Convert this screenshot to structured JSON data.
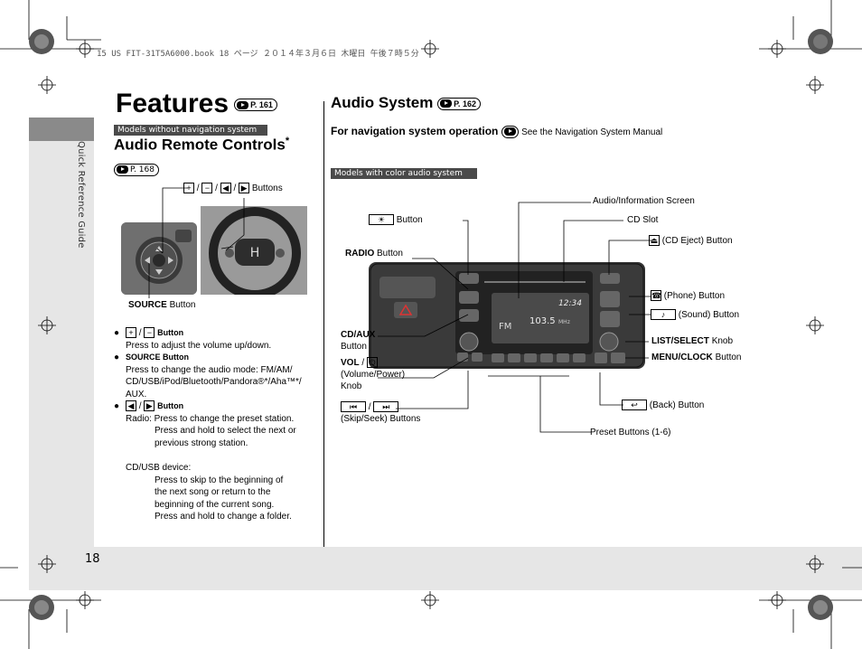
{
  "header_line": "15 US FIT-31T5A6000.book  18 ページ  ２０１４年３月６日  木曜日  午後７時５分",
  "side_label": "Quick Reference Guide",
  "page_number": "18",
  "title": "Features",
  "title_ref": "P. 161",
  "left": {
    "model_note": "Models without navigation system",
    "heading": "Audio Remote Controls",
    "heading_mark": "*",
    "ref": "P. 168",
    "callouts": {
      "buttons_sep1": "/",
      "buttons_sep2": "/",
      "buttons_sep3": "/",
      "buttons_label": "Buttons",
      "source": "SOURCE",
      "source_suffix": "Button"
    },
    "bullets": {
      "b1_sep": "/",
      "b1_title": "Button",
      "b1_text": "Press to adjust the volume up/down.",
      "b2_title": "SOURCE Button",
      "b2_l1": "Press to change the audio mode: FM/AM/",
      "b2_l2": "CD/USB/iPod/Bluetooth/Pandora®*/Aha™*/",
      "b2_l3": "AUX.",
      "b3_sep": "/",
      "b3_title": "Button",
      "b3_l1": "Radio: Press to change the preset station.",
      "b3_l2": "Press and hold to select the next or",
      "b3_l3": "previous strong station.",
      "b3_l4": "CD/USB device:",
      "b3_l5": "Press to skip to the beginning of",
      "b3_l6": "the next song or return to the",
      "b3_l7": "beginning of the current song.",
      "b3_l8": "Press and hold to change a folder."
    }
  },
  "right": {
    "heading": "Audio System",
    "ref": "P. 162",
    "nav_bold": "For navigation system operation",
    "nav_see": "See the Navigation System Manual",
    "model_note": "Models with color audio system",
    "labels": {
      "day_night_suffix": "Button",
      "radio": "RADIO",
      "radio_suffix": "Button",
      "cdaux": "CD/AUX",
      "cdaux_suffix": "Button",
      "vol": "VOL",
      "vol_sep": "/",
      "vol_l2": "(Volume/Power)",
      "vol_l3": "Knob",
      "skip_sep": "/",
      "skip_l2": "(Skip/Seek) Buttons",
      "screen": "Audio/Information Screen",
      "cd_slot": "CD Slot",
      "eject": "(CD Eject) Button",
      "phone": "(Phone) Button",
      "sound": "(Sound) Button",
      "list_select": "LIST/SELECT",
      "list_suffix": "Knob",
      "menu_clock": "MENU/CLOCK",
      "menu_suffix": "Button",
      "back": "(Back) Button",
      "preset": "Preset Buttons (1-6)"
    },
    "screen_time": "12:34",
    "screen_freq": "103.5",
    "screen_unit": "MHz",
    "screen_band": "FM"
  }
}
